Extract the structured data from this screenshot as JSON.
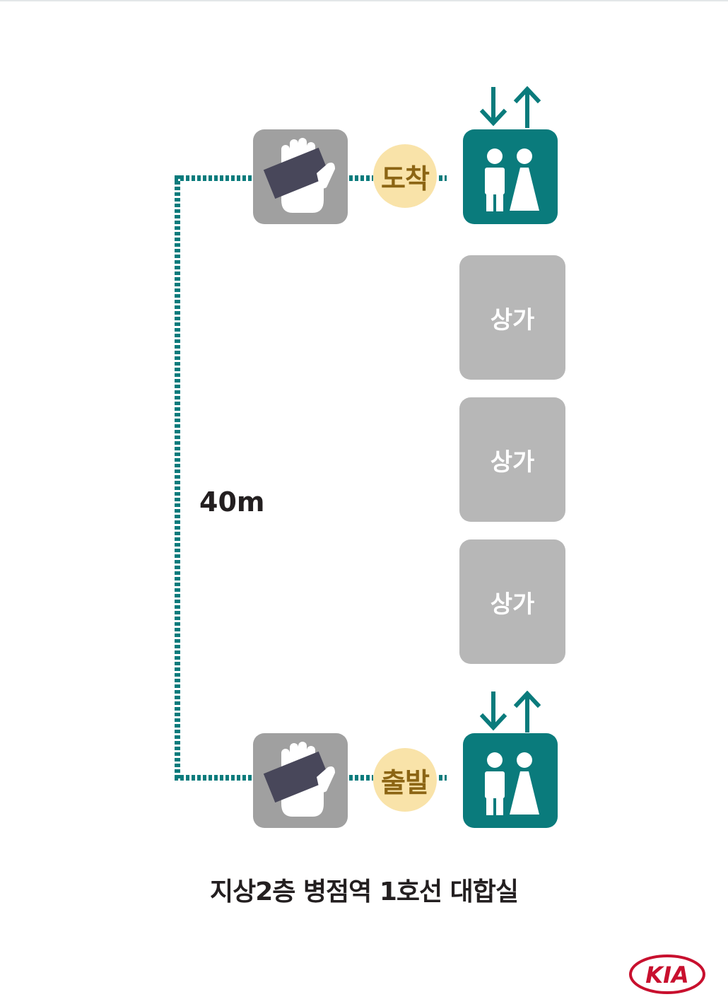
{
  "colors": {
    "teal": "#0a7b7c",
    "gate_gray": "#a0a0a0",
    "shop_gray": "#b7b7b7",
    "label_bg": "#f9e3a9",
    "label_text": "#8c6514",
    "text_dark": "#231f20",
    "brand_red": "#c8102e"
  },
  "route": {
    "arrival": {
      "label": "도착",
      "gate_icon": "hand-card-icon",
      "facility_icon": "restroom-icon",
      "lift_icons": [
        "down-arrow-icon",
        "up-arrow-icon"
      ]
    },
    "departure": {
      "label": "출발",
      "gate_icon": "hand-card-icon",
      "facility_icon": "restroom-icon",
      "lift_icons": [
        "down-arrow-icon",
        "up-arrow-icon"
      ]
    },
    "distance": "40m"
  },
  "shops": [
    {
      "label": "상가"
    },
    {
      "label": "상가"
    },
    {
      "label": "상가"
    }
  ],
  "caption": "지상2층 병점역 1호선 대합실",
  "logo": {
    "text": "KIA"
  }
}
